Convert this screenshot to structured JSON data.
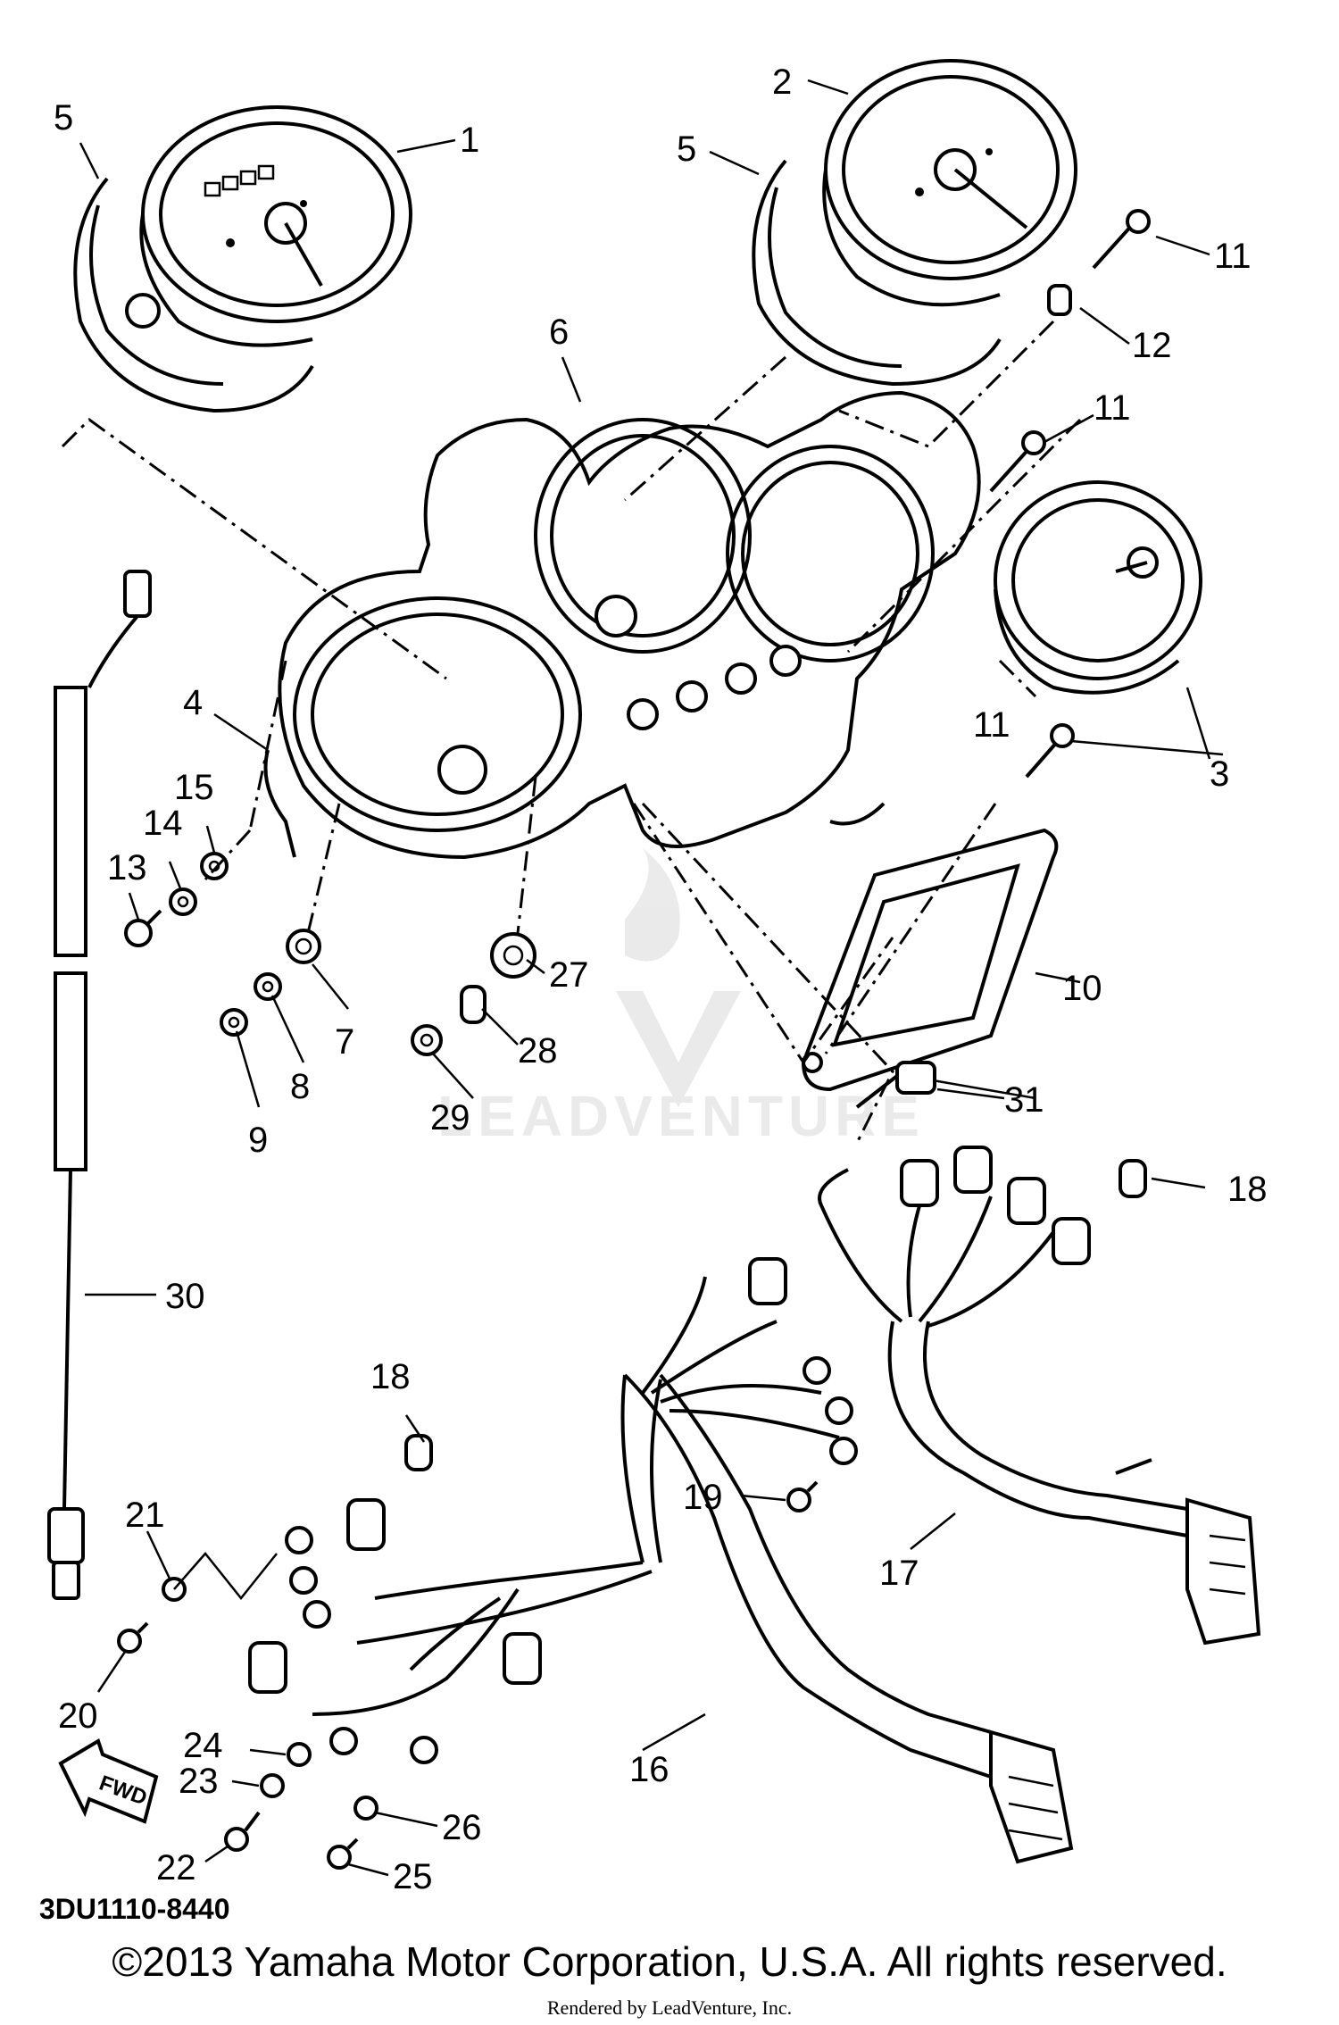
{
  "diagram_code": "3DU1110-8440",
  "copyright": "©2013 Yamaha Motor Corporation, U.S.A. All rights reserved.",
  "rendered_by": "Rendered by LeadVenture, Inc.",
  "watermark": "LEADVENTURE",
  "fwd_label": "FWD",
  "callouts": {
    "c1": "1",
    "c2": "2",
    "c3": "3",
    "c4": "4",
    "c5a": "5",
    "c5b": "5",
    "c6": "6",
    "c7": "7",
    "c8": "8",
    "c9": "9",
    "c10": "10",
    "c11a": "11",
    "c11b": "11",
    "c11c": "11",
    "c12": "12",
    "c13": "13",
    "c14": "14",
    "c15": "15",
    "c16": "16",
    "c17": "17",
    "c18a": "18",
    "c18b": "18",
    "c19": "19",
    "c20": "20",
    "c21": "21",
    "c22": "22",
    "c23": "23",
    "c24": "24",
    "c25": "25",
    "c26": "26",
    "c27": "27",
    "c28": "28",
    "c29": "29",
    "c30": "30",
    "c31": "31"
  }
}
